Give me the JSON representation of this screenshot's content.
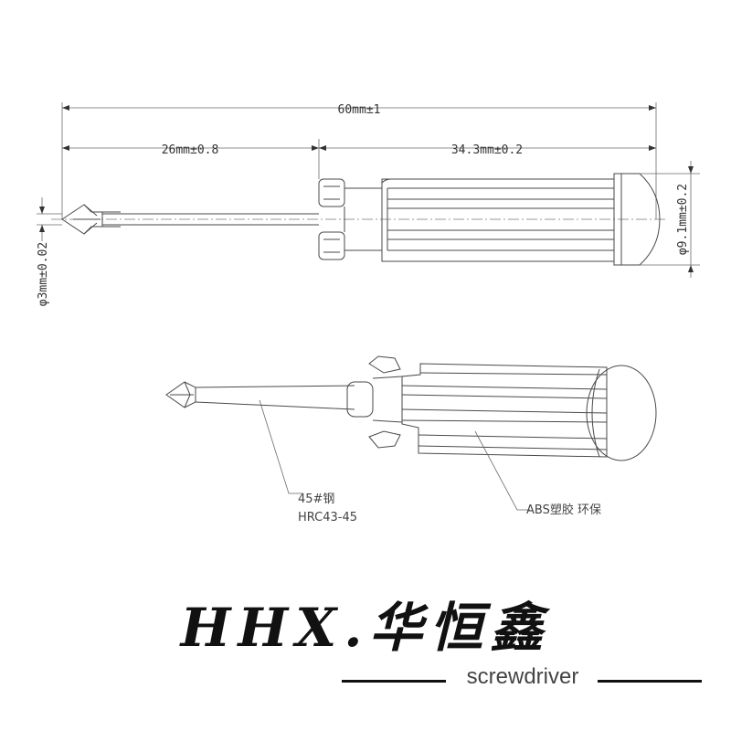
{
  "dimensions": {
    "total_length": "60mm±1",
    "shaft_length": "26mm±0.8",
    "handle_length": "34.3mm±0.2",
    "tip_diameter": "φ3mm±0.02",
    "handle_diameter": "φ9.1mm±0.2"
  },
  "materials": {
    "shaft_material": "45#钢",
    "shaft_hardness": "HRC43-45",
    "handle_material": "ABS塑胶 环保"
  },
  "brand": {
    "title": "HHX.华恒鑫",
    "subtitle": "screwdriver"
  }
}
